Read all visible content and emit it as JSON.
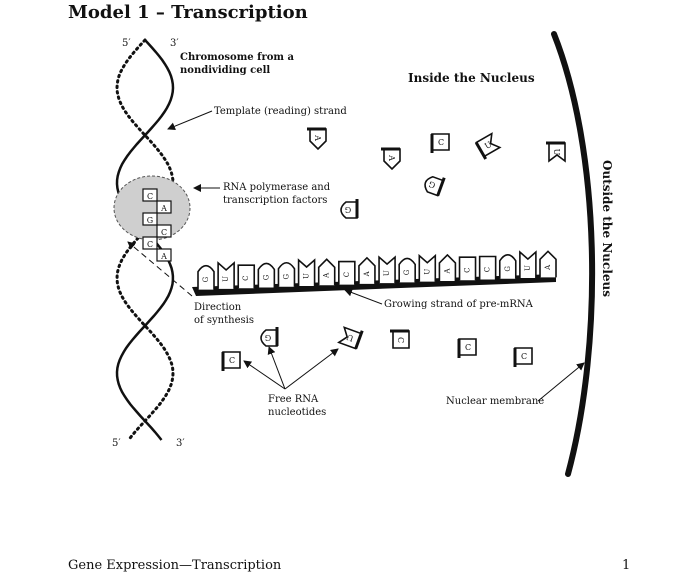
{
  "title": "Model 1 – Transcription",
  "footer": {
    "left": "Gene Expression—Transcription",
    "page": "1"
  },
  "labels": {
    "five_prime_top": "5′",
    "three_prime_top": "3′",
    "five_prime_bottom": "5′",
    "three_prime_bottom": "3′",
    "chromosome_line1": "Chromosome from a",
    "chromosome_line2": "nondividing cell",
    "template_strand": "Template (reading) strand",
    "rna_pol_line1": "RNA polymerase and",
    "rna_pol_line2": "transcription factors",
    "direction_line1": "Direction",
    "direction_line2": "of synthesis",
    "growing_strand": "Growing strand of pre-mRNA",
    "free_rna_line1": "Free RNA",
    "free_rna_line2": "nucleotides",
    "nuclear_membrane": "Nuclear membrane",
    "inside_nucleus": "Inside the Nucleus",
    "outside_nucleus": "Outside the Nucleus"
  },
  "mrna_strand": [
    "G",
    "U",
    "C",
    "G",
    "G",
    "U",
    "A",
    "C",
    "A",
    "U",
    "G",
    "U",
    "A",
    "C",
    "C",
    "G",
    "U",
    "A"
  ],
  "template_bases": [
    "C",
    "A",
    "G",
    "C",
    "C",
    "A"
  ],
  "free_nucleotides": [
    "A",
    "A",
    "C",
    "U",
    "U",
    "G",
    "G",
    "C",
    "G",
    "U",
    "C",
    "C",
    "C"
  ]
}
